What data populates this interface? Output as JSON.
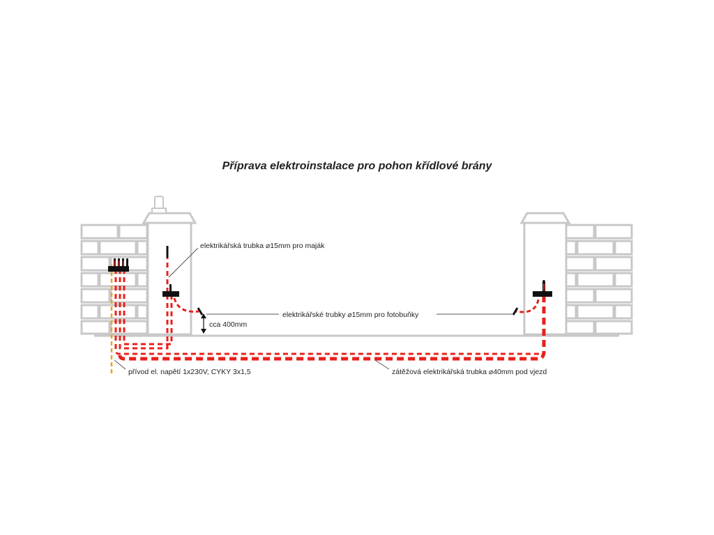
{
  "title": "Příprava elektroinstalace pro pohon křídlové brány",
  "labels": {
    "beacon_conduit": "elektrikářská trubka ⌀15mm pro maják",
    "photocell_conduits": "elektrikářské trubky ⌀15mm pro fotobuňky",
    "height": "cca 400mm",
    "power_supply": "přívod el. napětí 1x230V, CYKY 3x1,5",
    "heavy_conduit": "zátěžová elektrikářská trubka ⌀40mm pod vjezd"
  },
  "colors": {
    "conduit": "#e8201c",
    "supply_cable": "#f0a020",
    "wall": "#c8c8c8",
    "junction_box": "#111111"
  }
}
